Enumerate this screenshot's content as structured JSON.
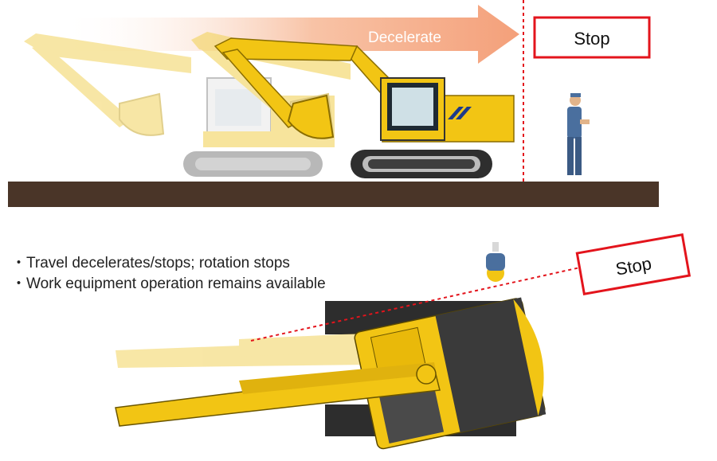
{
  "top": {
    "decelerate_label": "Decelerate",
    "stop_label": "Stop"
  },
  "bottom": {
    "stop_label": "Stop",
    "notes": [
      "・Travel decelerates/stops; rotation stops",
      "・Work equipment operation remains available"
    ]
  },
  "colors": {
    "machine_yellow": "#f2c514",
    "machine_yellow_faded": "#f5dc7a",
    "track_dark": "#3a3a3a",
    "ground": "#4a3528",
    "stop_border": "#e3141c",
    "arrow": "#f4a07a",
    "warning_line": "#e3141c",
    "worker_blue": "#4a6f9e"
  }
}
